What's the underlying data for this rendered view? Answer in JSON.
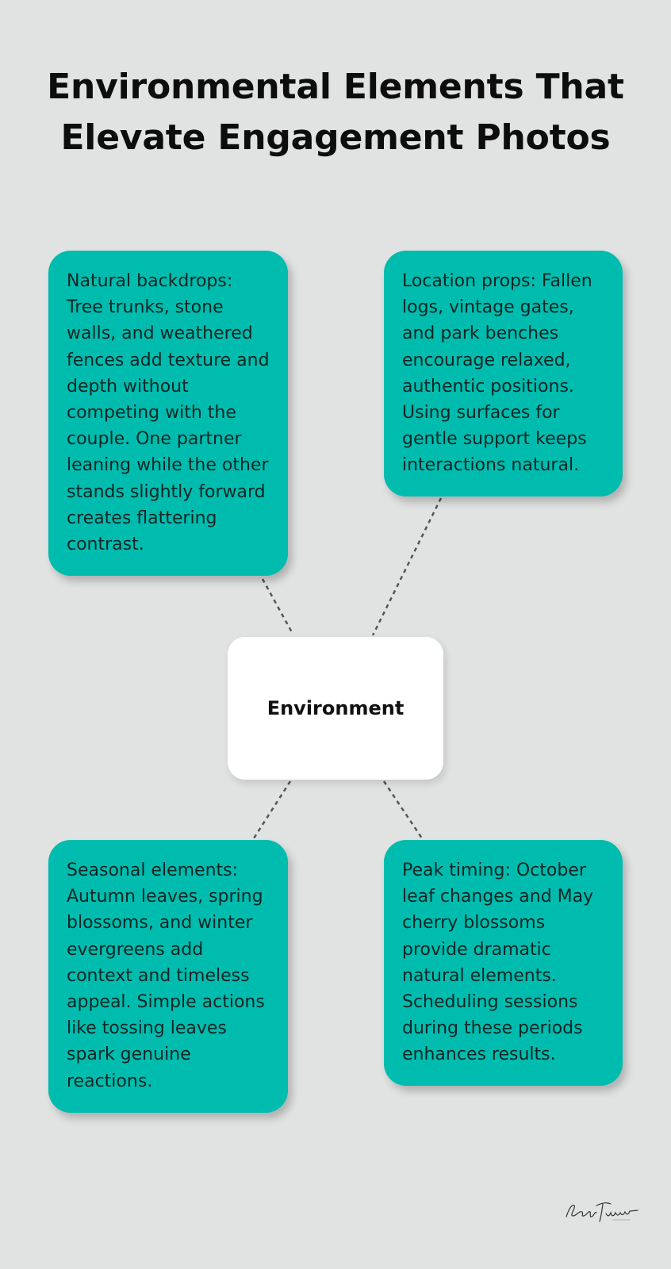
{
  "title": "Environmental Elements That Elevate Engagement Photos",
  "center": {
    "label": "Environment"
  },
  "cards": {
    "top_left": "Natural backdrops: Tree trunks, stone walls, and weathered fences add texture and depth without competing with the couple. One partner leaning while the other stands slightly forward creates flattering contrast.",
    "top_right": "Location props: Fallen logs, vintage gates, and park benches encourage relaxed, authentic positions. Using surfaces for gentle support keeps interactions natural.",
    "bottom_left": "Seasonal elements: Autumn leaves, spring blossoms, and winter evergreens add context and timeless appeal. Simple actions like tossing leaves spark genuine reactions.",
    "bottom_right": "Peak timing: October leaf changes and May cherry blossoms provide dramatic natural elements. Scheduling sessions during these periods enhances results."
  },
  "signature": "Kelly Tuwecki",
  "colors": {
    "background": "#e1e3e3",
    "card": "#00bcae",
    "center": "#ffffff",
    "connector": "#555555"
  }
}
